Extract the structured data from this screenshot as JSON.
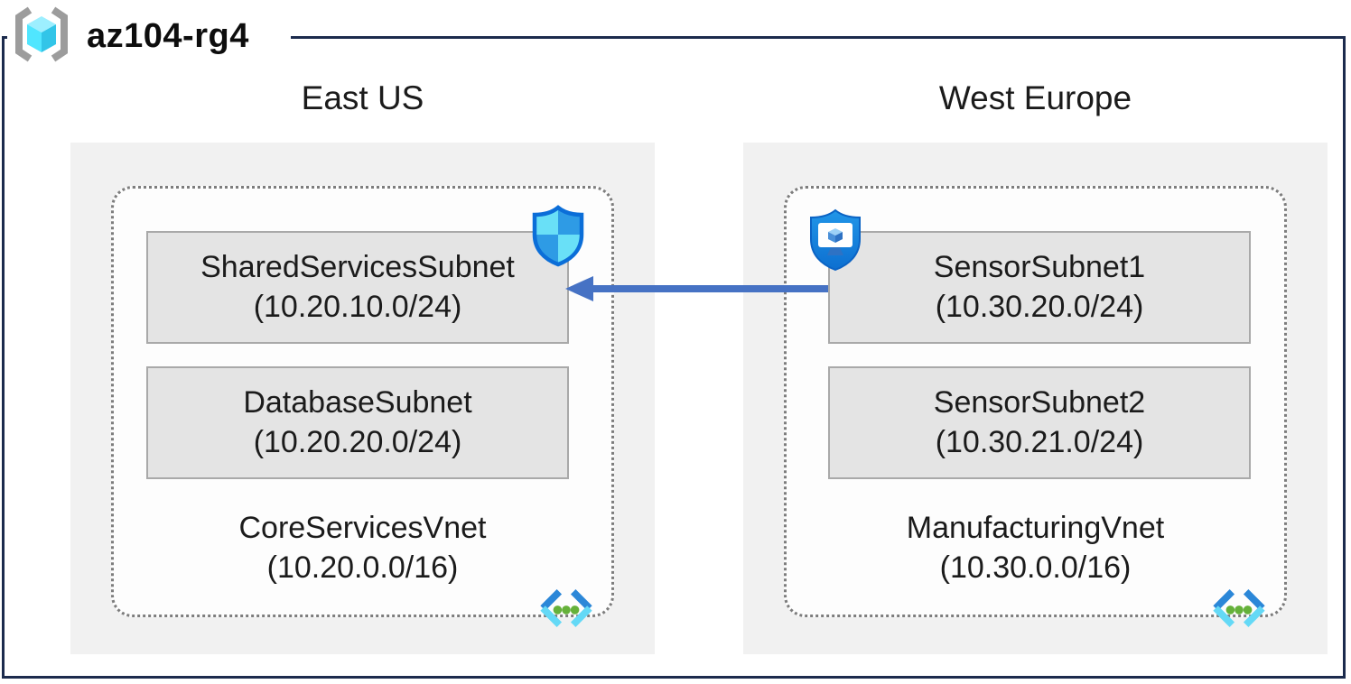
{
  "resource_group": {
    "title": "az104-rg4"
  },
  "regions": [
    {
      "name": "East US",
      "vnet": {
        "name": "CoreServicesVnet",
        "cidr": "(10.20.0.0/16)",
        "subnets": [
          {
            "name": "SharedServicesSubnet",
            "cidr": "(10.20.10.0/24)"
          },
          {
            "name": "DatabaseSubnet",
            "cidr": "(10.20.20.0/24)"
          }
        ]
      }
    },
    {
      "name": "West Europe",
      "vnet": {
        "name": "ManufacturingVnet",
        "cidr": "(10.30.0.0/16)",
        "subnets": [
          {
            "name": "SensorSubnet1",
            "cidr": "(10.30.20.0/24)"
          },
          {
            "name": "SensorSubnet2",
            "cidr": "(10.30.21.0/24)"
          }
        ]
      }
    }
  ],
  "connection": {
    "from": "SensorSubnet1",
    "to": "SharedServicesSubnet",
    "direction": "right-to-left"
  },
  "icons": {
    "resource_group": "resource-group-brackets-cube",
    "nsg": "defender-shield",
    "shield_monitor": "shield-with-monitor",
    "vnet": "angle-brackets-green-dots"
  },
  "colors": {
    "navy": "#1c2b4d",
    "arrow": "#4672c4",
    "regionFill": "#f1f1f1",
    "vnetFill": "#fdfdfd",
    "subnetFill": "#e4e4e4",
    "subnetBorder": "#a9a9a9",
    "dashBorder": "#7d7d7d",
    "text": "#1b1b1b"
  }
}
